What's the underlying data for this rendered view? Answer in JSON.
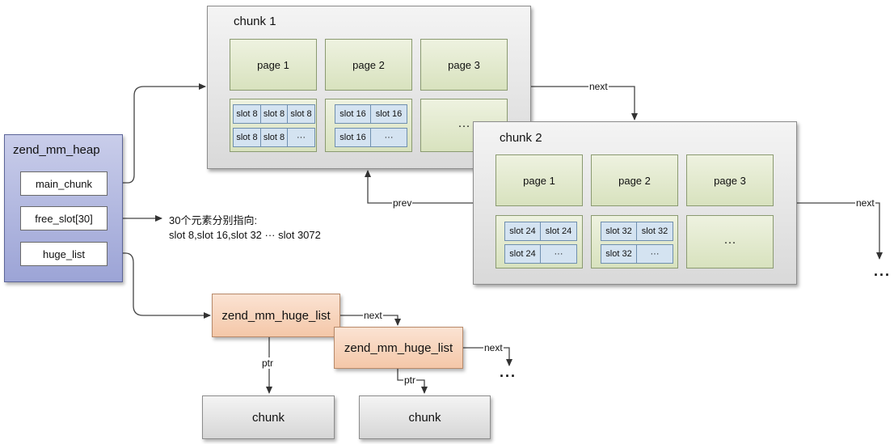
{
  "chunk1": {
    "title": "chunk 1",
    "pages": [
      "page 1",
      "page 2",
      "page 3"
    ],
    "slots_a": {
      "row1": [
        "slot 8",
        "slot 8",
        "slot 8"
      ],
      "row2": [
        "slot 8",
        "slot 8",
        "···"
      ]
    },
    "slots_b": {
      "row1": [
        "slot 16",
        "slot 16"
      ],
      "row2": [
        "slot 16",
        "···"
      ]
    },
    "more": "···"
  },
  "chunk2": {
    "title": "chunk 2",
    "pages": [
      "page 1",
      "page 2",
      "page 3"
    ],
    "slots_a": {
      "row1": [
        "slot 24",
        "slot 24"
      ],
      "row2": [
        "slot 24",
        "···"
      ]
    },
    "slots_b": {
      "row1": [
        "slot 32",
        "slot 32"
      ],
      "row2": [
        "slot 32",
        "···"
      ]
    },
    "more": "···"
  },
  "heap": {
    "title": "zend_mm_heap",
    "fields": [
      "main_chunk",
      "free_slot[30]",
      "huge_list"
    ]
  },
  "free_slot_note": {
    "line1": "30个元素分别指向:",
    "line2": "slot 8,slot 16,slot 32 ··· slot 3072"
  },
  "huge_list": {
    "node1": "zend_mm_huge_list",
    "node2": "zend_mm_huge_list",
    "chunk1": "chunk",
    "chunk2": "chunk"
  },
  "labels": {
    "next1": "next",
    "prev": "prev",
    "next2": "next",
    "next3": "next",
    "next4": "next",
    "ptr1": "ptr",
    "ptr2": "ptr",
    "dots_chunks": "···",
    "dots_huge": "···"
  }
}
